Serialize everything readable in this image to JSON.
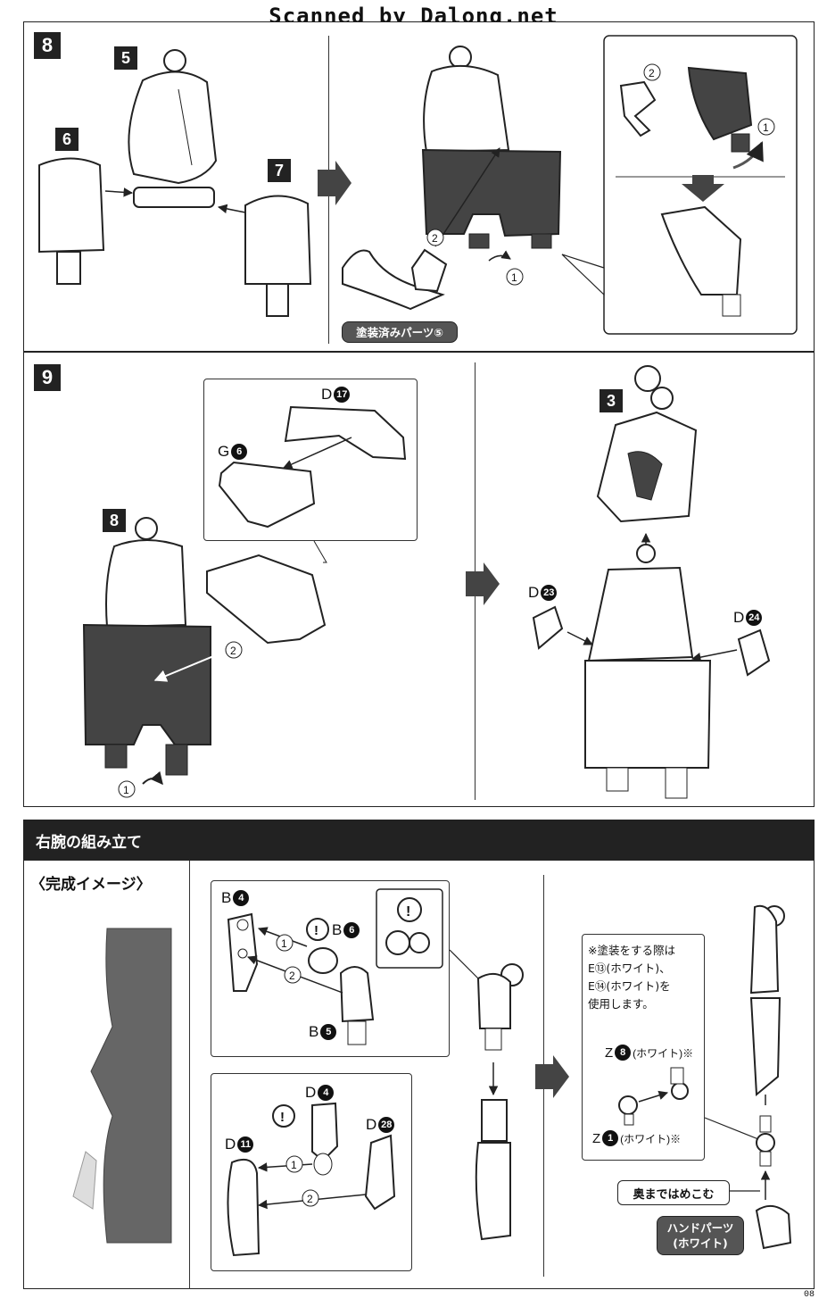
{
  "watermark": "Scanned by Dalong.net",
  "steps": {
    "step8": {
      "number": "8",
      "parts": {
        "p5": "5",
        "p6": "6",
        "p7": "7"
      },
      "pill": "塗装済みパーツ⑤"
    },
    "step9": {
      "number": "9",
      "parts": {
        "p8": "8",
        "p3": "3"
      },
      "labels": {
        "d17_letter": "D",
        "d17_num": "17",
        "g6_letter": "G",
        "g6_num": "6",
        "d23_letter": "D",
        "d23_num": "23",
        "d24_letter": "D",
        "d24_num": "24"
      }
    }
  },
  "section": {
    "title": "右腕の組み立て",
    "preview_label": "〈完成イメージ〉",
    "labels": {
      "b4_letter": "B",
      "b4_num": "4",
      "b6_letter": "B",
      "b6_num": "6",
      "b5_letter": "B",
      "b5_num": "5",
      "d4_letter": "D",
      "d4_num": "4",
      "d11_letter": "D",
      "d11_num": "11",
      "d28_letter": "D",
      "d28_num": "28"
    },
    "note": {
      "line1": "※塗装をする際は",
      "line2": "E⑬(ホワイト)、",
      "line3": "E⑭(ホワイト)を",
      "line4": "使用します。",
      "z8_letter": "Z",
      "z8_num": "8",
      "z8_text": "(ホワイト)※",
      "z1_letter": "Z",
      "z1_num": "1",
      "z1_text": "(ホワイト)※"
    },
    "press_label": "奥まではめこむ",
    "hand_pill": {
      "line1": "ハンドパーツ",
      "line2": "(ホワイト)"
    }
  },
  "page_number": "08"
}
